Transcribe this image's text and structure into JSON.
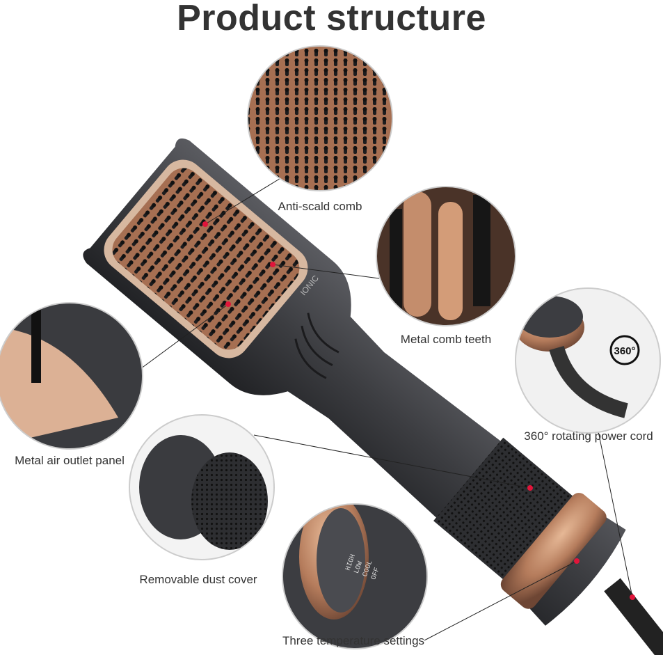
{
  "title": "Product structure",
  "brand_text": "IONIC",
  "labels": {
    "anti_scald": "Anti-scald comb",
    "metal_teeth": "Metal comb teeth",
    "power_cord": "360° rotating power cord",
    "air_outlet": "Metal air outlet panel",
    "dust_cover": "Removable dust cover",
    "temperature": "Three temperature settings"
  },
  "rotation_badge": "360°",
  "temperature_settings": [
    "HIGH",
    "LOW",
    "COOL",
    "OFF"
  ],
  "colors": {
    "body": "#3d3e42",
    "copper": "#c08a6a",
    "marker": "#e0153a",
    "text": "#333333"
  }
}
